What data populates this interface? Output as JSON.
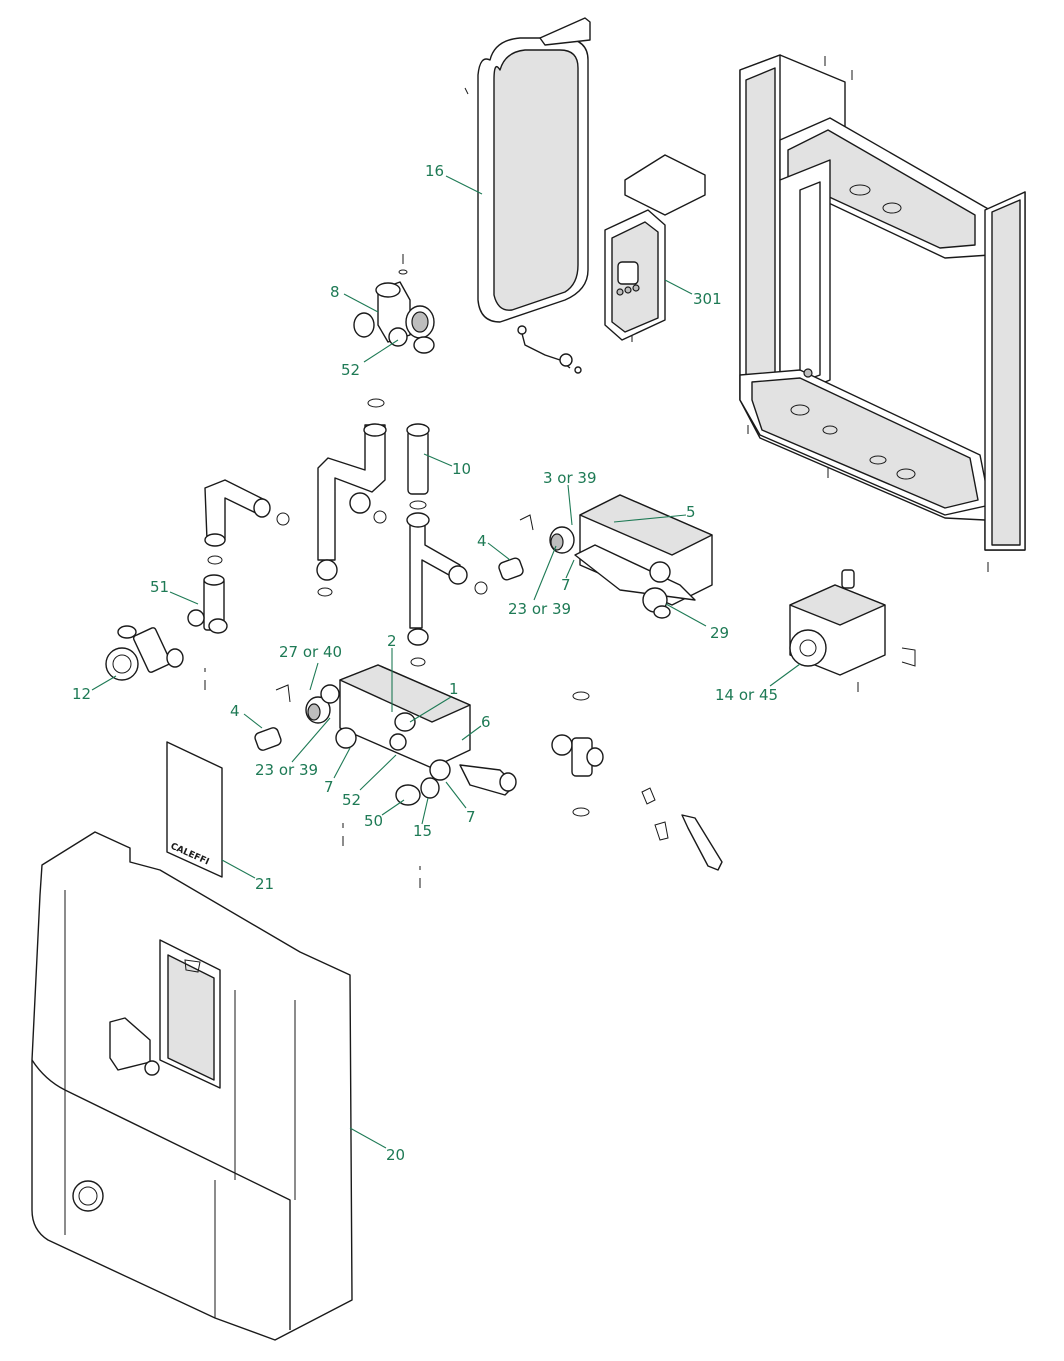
{
  "callouts": {
    "c16": "16",
    "c301": "301",
    "c8": "8",
    "c52_top": "52",
    "c10": "10",
    "c3or39": "3 or 39",
    "c5": "5",
    "c4_right": "4",
    "c7_right": "7",
    "c23or39_right": "23 or 39",
    "c29": "29",
    "c51": "51",
    "c2": "2",
    "c27or40": "27 or 40",
    "c1": "1",
    "c12": "12",
    "c4_left": "4",
    "c6": "6",
    "c23or39_left": "23 or 39",
    "c7_left": "7",
    "c52_bottom": "52",
    "c50": "50",
    "c15": "15",
    "c7_bottom": "7",
    "c14or45": "14 or 45",
    "c21": "21",
    "c20": "20"
  },
  "parts": {
    "card_logo": "CALEFFI"
  },
  "colors": {
    "callout": "#1e7a55",
    "line": "#1a1a1a",
    "shade": "#e2e2e2"
  }
}
